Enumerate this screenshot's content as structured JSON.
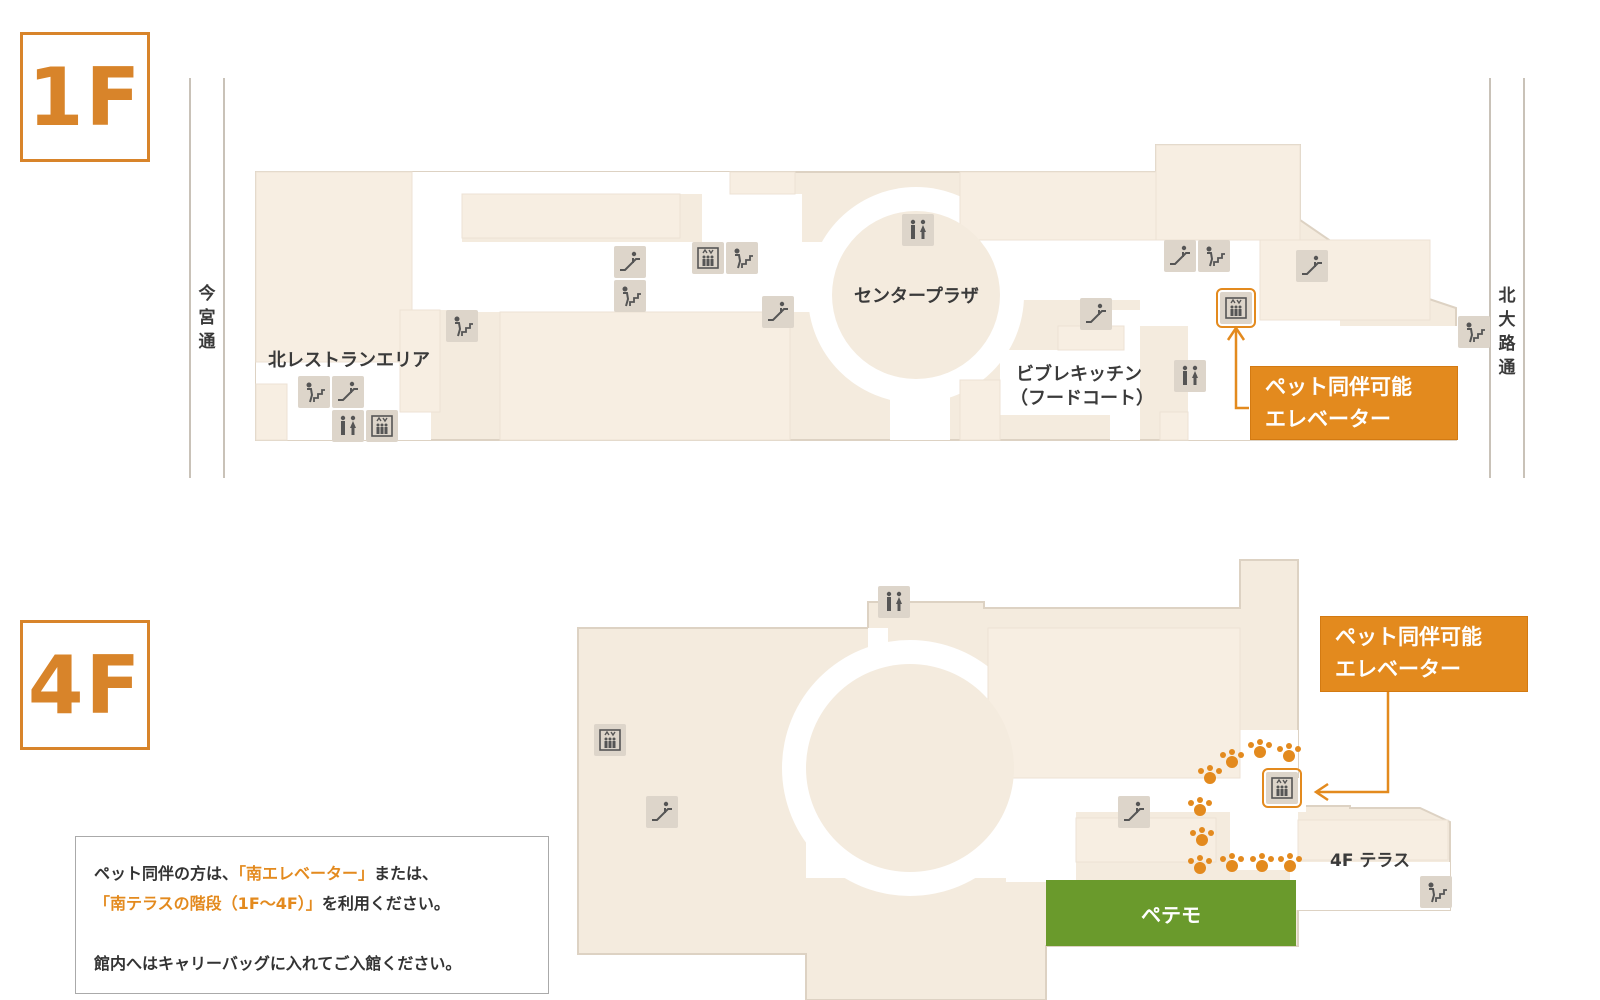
{
  "floors": {
    "first": {
      "badge": "1F",
      "areas": {
        "north_restaurant": "北レストランエリア",
        "center_plaza": "センタープラザ",
        "food_court_line1": "ビブレキッチン",
        "food_court_line2": "（フードコート）"
      },
      "streets": {
        "west": "今宮通",
        "east": "北大路通"
      },
      "callout": {
        "line1": "ペット同伴可能",
        "line2": "エレベーター"
      }
    },
    "fourth": {
      "badge": "4F",
      "areas": {
        "terrace": "4F テラス",
        "petemo": "ペテモ"
      },
      "callout": {
        "line1": "ペット同伴可能",
        "line2": "エレベーター"
      }
    }
  },
  "notice": {
    "l1_pre": "ペット同伴の方は、",
    "l1_hl": "「南エレベーター」",
    "l1_post": "または、",
    "l2_hl": "「南テラスの階段（1F〜4F）」",
    "l2_post": "を利用ください。",
    "l3": "館内へはキャリーバッグに入れてご入館ください。"
  },
  "colors": {
    "accent": "#e38a1e",
    "floor_fill": "#f7ede1",
    "icon_bg": "#ddd5ca",
    "petemo": "#6a9a2c"
  },
  "icons": {
    "escalator": "escalator-icon",
    "stairs": "stairs-icon",
    "elevator": "elevator-icon",
    "restroom": "restroom-icon",
    "paw": "paw-icon"
  }
}
